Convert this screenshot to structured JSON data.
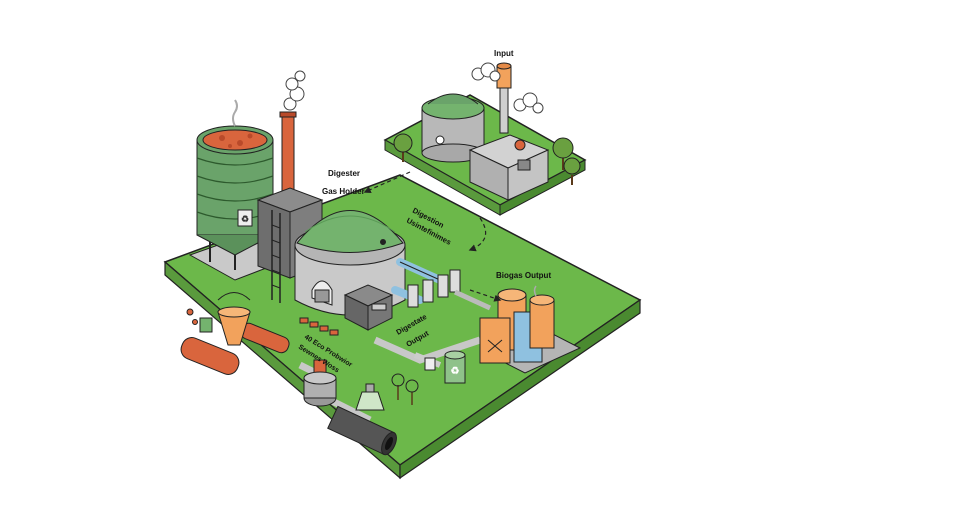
{
  "labels": {
    "input": "Input",
    "digester": "Digester",
    "gas_holder": "Gas Holder",
    "digestion_line1": "Digestion",
    "digestion_line2": "Usintefinimes",
    "biogas_output": "Biogas Output",
    "digestate_line1": "Digestate",
    "digestate_line2": "Output",
    "pipe_line1": "40 Eco Probwior",
    "pipe_line2": "Sewnes Woss"
  },
  "colors": {
    "grass": "#6cb84a",
    "grass_edge": "#4e8f36",
    "soil": "#8a6a44",
    "tank_green": "#6aa36a",
    "dome_green": "#74b36e",
    "concrete": "#c9c9c9",
    "concrete_dark": "#9a9a9a",
    "orange": "#f2a25c",
    "rust": "#d9653d",
    "blue": "#8fc1e0",
    "outline": "#222222"
  },
  "icons": [
    "recycle-icon",
    "smoke-icon",
    "tree-icon",
    "arrow-icon"
  ]
}
